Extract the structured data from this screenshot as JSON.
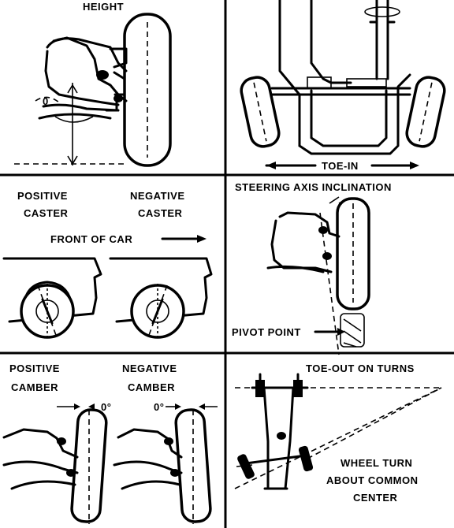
{
  "panels": {
    "height": {
      "label": "HEIGHT"
    },
    "toe_in": {
      "label": "TOE-IN"
    },
    "caster": {
      "positive_line1": "POSITIVE",
      "positive_line2": "CASTER",
      "negative_line1": "NEGATIVE",
      "negative_line2": "CASTER",
      "front_of_car": "FRONT OF CAR"
    },
    "steering_axis": {
      "label": "STEERING AXIS INCLINATION",
      "pivot": "PIVOT POINT"
    },
    "camber": {
      "positive_line1": "POSITIVE",
      "positive_line2": "CAMBER",
      "negative_line1": "NEGATIVE",
      "negative_line2": "CAMBER",
      "zero_left": "0°",
      "zero_right": "0°"
    },
    "toe_out": {
      "label": "TOE-OUT ON TURNS",
      "line1": "WHEEL TURN",
      "line2": "ABOUT COMMON",
      "line3": "CENTER"
    }
  },
  "height_mark": "0"
}
